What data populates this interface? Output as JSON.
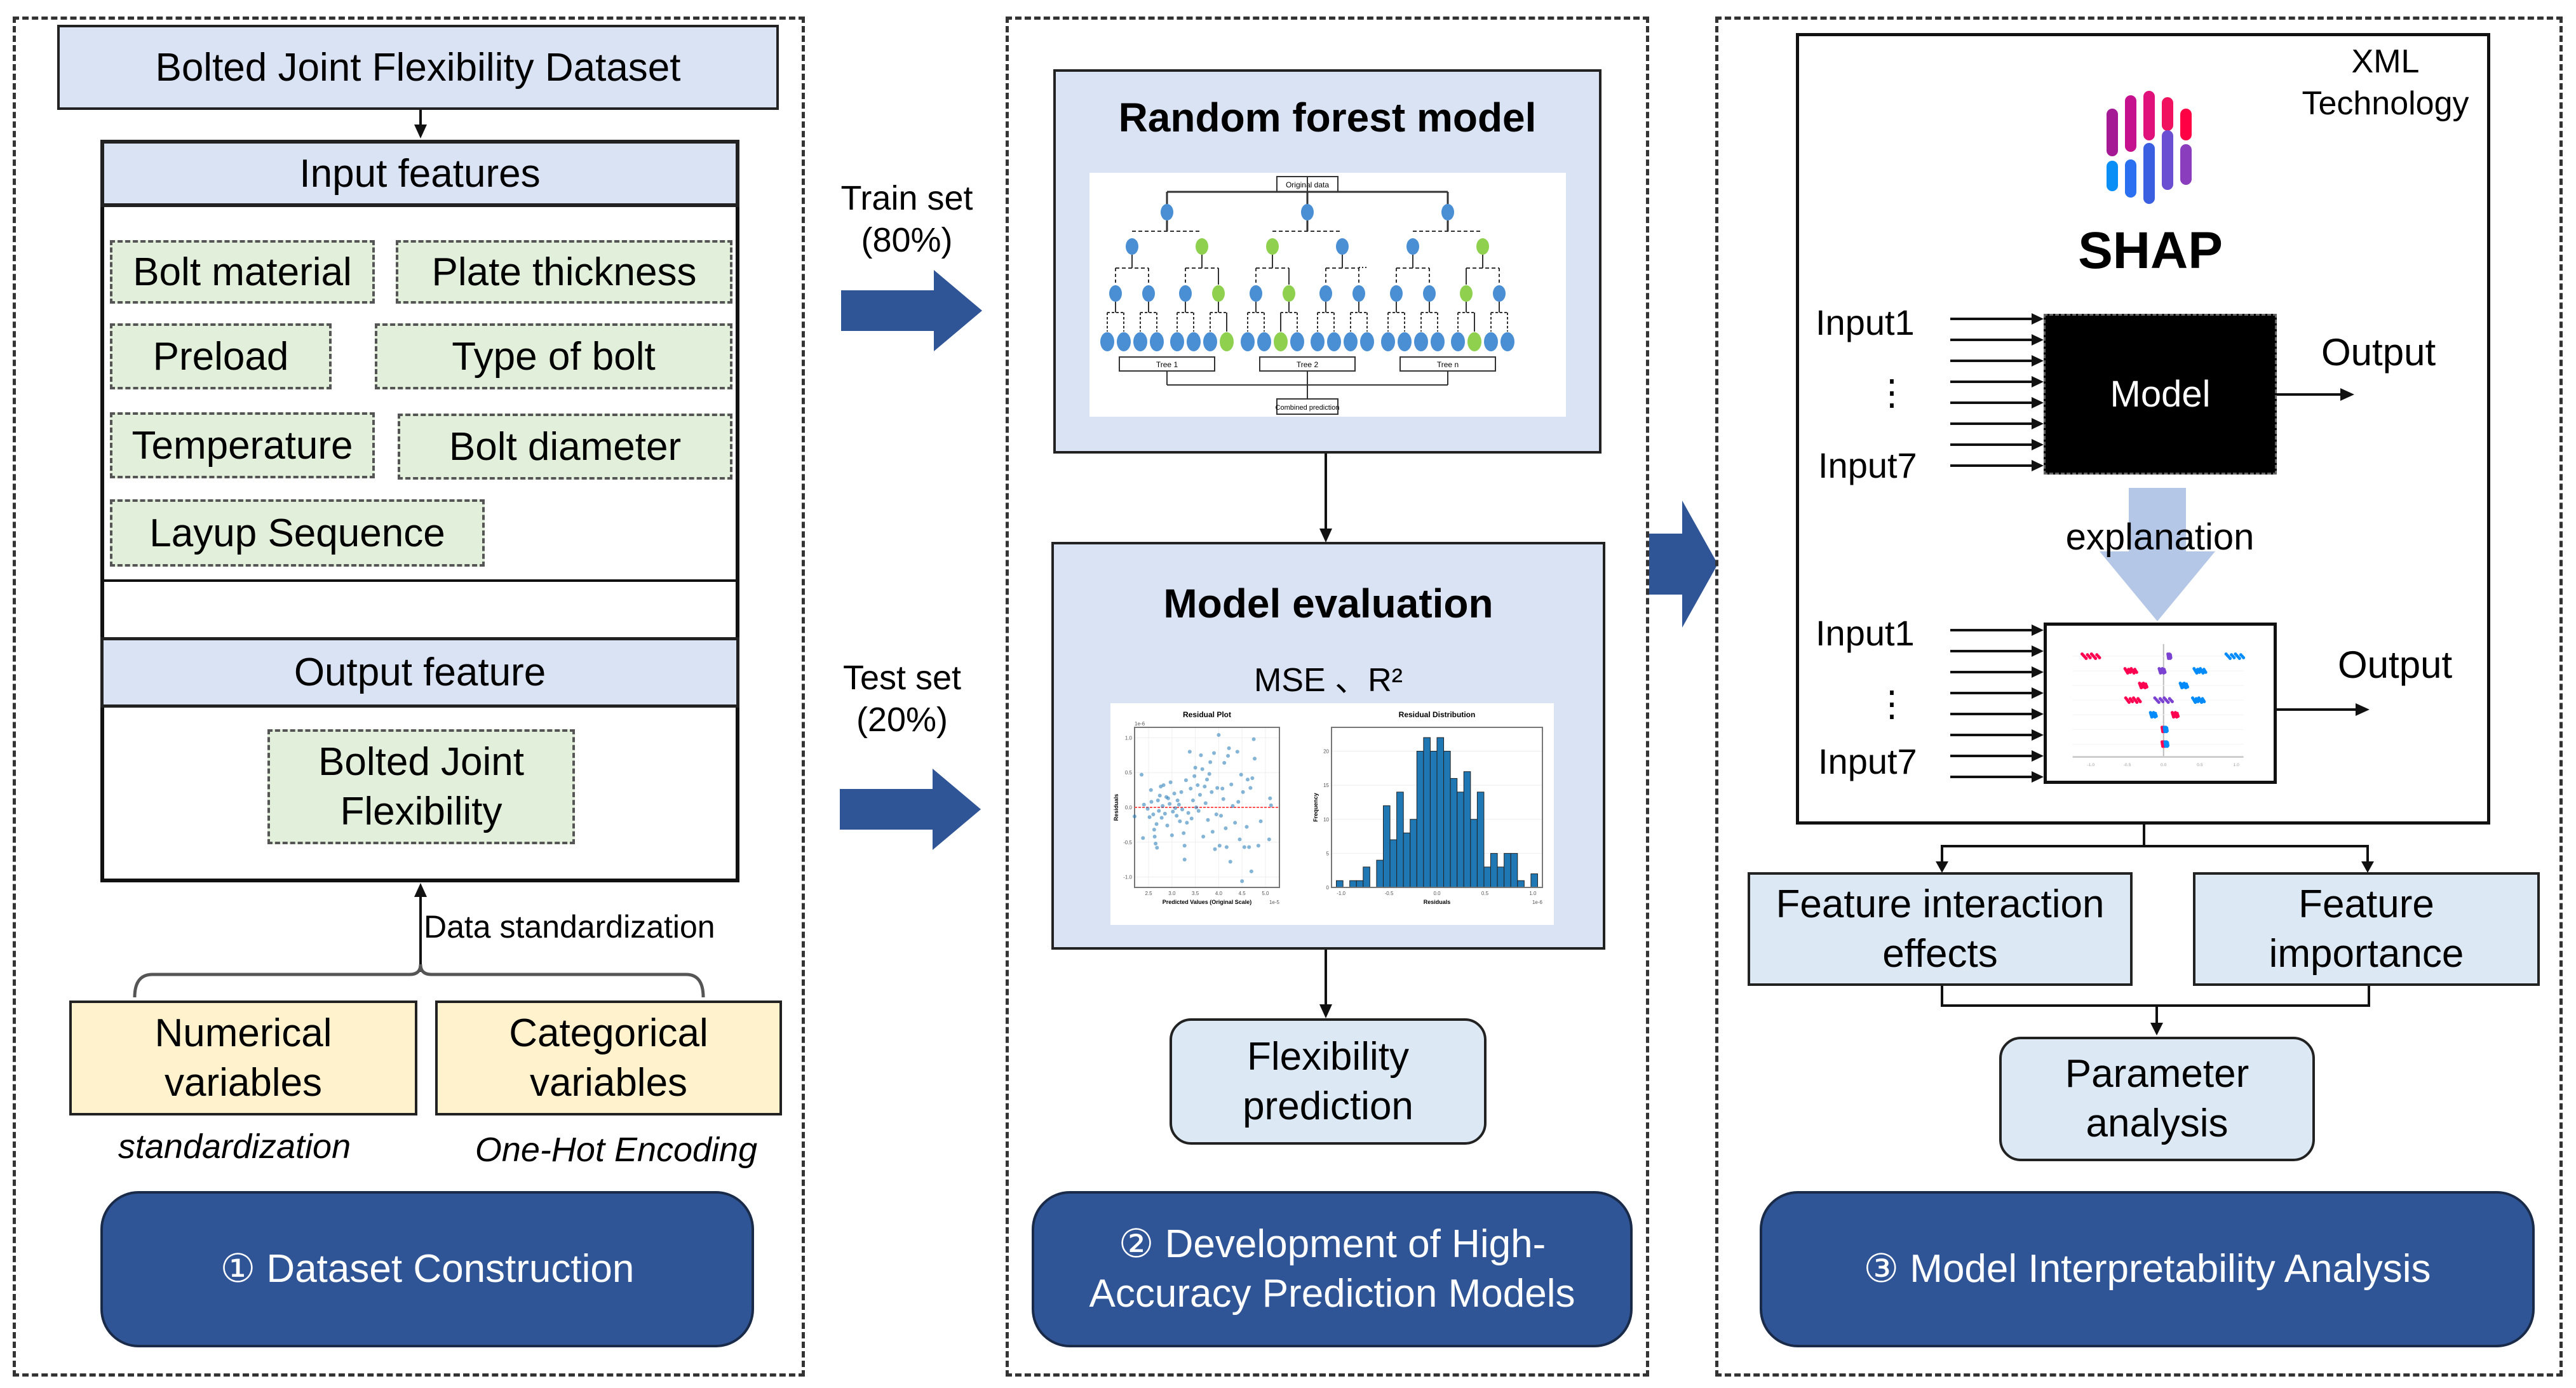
{
  "colors": {
    "panel_header_bg": "#dae3f3",
    "feature_bg": "#e2efda",
    "variable_bg": "#fff2cc",
    "result_bg": "#dce9f5",
    "stage_button_bg": "#2f5597",
    "flow_arrow": "#2f5597",
    "explanation_arrow": "#b4c7e7",
    "tree_node_blue": "#4a8fd4",
    "tree_node_green": "#8fd14f",
    "shap_red": "#ff0051",
    "shap_blue": "#008bfb",
    "shap_purple": "#7b42d1"
  },
  "stage1": {
    "dataset_title": "Bolted Joint Flexibility Dataset",
    "input_header": "Input features",
    "input_features": [
      "Bolt material",
      "Plate thickness",
      "Preload",
      "Type of bolt",
      "Temperature",
      "Bolt diameter",
      "Layup Sequence"
    ],
    "output_header": "Output feature",
    "output_feature_line1": "Bolted Joint",
    "output_feature_line2": "Flexibility",
    "standardization_label": "Data standardization",
    "numerical_line1": "Numerical",
    "numerical_line2": "variables",
    "categorical_line1": "Categorical",
    "categorical_line2": "variables",
    "numerical_method": "standardization",
    "categorical_method": "One-Hot Encoding",
    "stage_label": "① Dataset Construction"
  },
  "split": {
    "train_line1": "Train set",
    "train_line2": "(80%)",
    "test_line1": "Test set",
    "test_line2": "(20%)"
  },
  "stage2": {
    "rf_title": "Random forest model",
    "rf_diagram": {
      "root_label": "Original data",
      "tree_labels": [
        "Tree 1",
        "Tree 2",
        "Tree n"
      ],
      "ellipsis": "...",
      "combined_label": "Combined prediction"
    },
    "eval_title": "Model evaluation",
    "metrics": "MSE 、R²",
    "flex_line1": "Flexibility",
    "flex_line2": "prediction",
    "stage_label_line1": "② Development of High-",
    "stage_label_line2": "Accuracy Prediction Models"
  },
  "stage3": {
    "xml_line1": "XML",
    "xml_line2": "Technology",
    "shap_word": "SHAP",
    "input_first": "Input1",
    "input_last": "Input7",
    "vdots": "⋮",
    "model_label": "Model",
    "output_label": "Output",
    "explanation_label": "explanation",
    "interaction_line1": "Feature interaction",
    "interaction_line2": "effects",
    "importance_line1": "Feature",
    "importance_line2": "importance",
    "param_line1": "Parameter",
    "param_line2": "analysis",
    "stage_label": "③ Model Interpretability Analysis"
  },
  "chart_data": [
    {
      "type": "scatter",
      "title": "Residual Plot",
      "xlabel": "Predicted Values (Original Scale)",
      "ylabel": "Residuals",
      "x_offset_label": "1e-5",
      "y_offset_label": "1e-6",
      "xlim": [
        2.2,
        5.3
      ],
      "ylim": [
        -1.15,
        1.15
      ],
      "xticks": [
        "2.5",
        "3.0",
        "3.5",
        "4.0",
        "4.5",
        "5.0"
      ],
      "yticks": [
        "-1.0",
        "-0.5",
        "0.0",
        "0.5",
        "1.0"
      ],
      "reference_line": 0.0,
      "grid": true,
      "points": [
        [
          2.2,
          -0.13
        ],
        [
          2.35,
          0.47
        ],
        [
          2.38,
          -0.44
        ],
        [
          2.4,
          0.04
        ],
        [
          2.48,
          -0.02
        ],
        [
          2.52,
          -0.14
        ],
        [
          2.55,
          0.25
        ],
        [
          2.56,
          0.08
        ],
        [
          2.6,
          -0.1
        ],
        [
          2.62,
          -0.32
        ],
        [
          2.63,
          -0.42
        ],
        [
          2.65,
          -0.52
        ],
        [
          2.67,
          -0.24
        ],
        [
          2.68,
          -0.58
        ],
        [
          2.7,
          0.1
        ],
        [
          2.72,
          -0.05
        ],
        [
          2.74,
          0.17
        ],
        [
          2.76,
          0.3
        ],
        [
          2.78,
          -0.15
        ],
        [
          2.8,
          0.02
        ],
        [
          2.82,
          0.32
        ],
        [
          2.85,
          -0.09
        ],
        [
          2.88,
          0.15
        ],
        [
          2.9,
          -0.26
        ],
        [
          2.92,
          0.13
        ],
        [
          2.95,
          0.05
        ],
        [
          2.97,
          0.36
        ],
        [
          3.0,
          -0.4
        ],
        [
          3.02,
          -0.06
        ],
        [
          3.05,
          0.2
        ],
        [
          3.07,
          -0.01
        ],
        [
          3.1,
          -0.12
        ],
        [
          3.12,
          0.1
        ],
        [
          3.15,
          0.04
        ],
        [
          3.17,
          -0.2
        ],
        [
          3.2,
          0.22
        ],
        [
          3.22,
          -0.03
        ],
        [
          3.25,
          -0.37
        ],
        [
          3.27,
          -0.55
        ],
        [
          3.27,
          -0.75
        ],
        [
          3.3,
          0.39
        ],
        [
          3.32,
          -0.22
        ],
        [
          3.35,
          -0.08
        ],
        [
          3.38,
          0.8
        ],
        [
          3.4,
          0.27
        ],
        [
          3.42,
          -0.16
        ],
        [
          3.45,
          0.1
        ],
        [
          3.48,
          0.45
        ],
        [
          3.5,
          0.57
        ],
        [
          3.52,
          0.0
        ],
        [
          3.55,
          0.32
        ],
        [
          3.57,
          -0.05
        ],
        [
          3.6,
          0.18
        ],
        [
          3.62,
          0.75
        ],
        [
          3.65,
          0.55
        ],
        [
          3.67,
          -0.42
        ],
        [
          3.7,
          0.3
        ],
        [
          3.72,
          0.06
        ],
        [
          3.75,
          0.4
        ],
        [
          3.77,
          -0.18
        ],
        [
          3.8,
          0.48
        ],
        [
          3.82,
          0.65
        ],
        [
          3.85,
          0.22
        ],
        [
          3.87,
          -0.35
        ],
        [
          3.9,
          0.78
        ],
        [
          3.92,
          -0.6
        ],
        [
          3.95,
          -0.1
        ],
        [
          3.97,
          0.28
        ],
        [
          4.0,
          1.04
        ],
        [
          4.02,
          -0.55
        ],
        [
          4.05,
          -0.12
        ],
        [
          4.08,
          0.27
        ],
        [
          4.1,
          0.12
        ],
        [
          4.12,
          0.64
        ],
        [
          4.15,
          -0.3
        ],
        [
          4.17,
          -0.57
        ],
        [
          4.2,
          0.74
        ],
        [
          4.22,
          0.85
        ],
        [
          4.25,
          -0.78
        ],
        [
          4.27,
          0.33
        ],
        [
          4.3,
          0.02
        ],
        [
          4.35,
          -0.22
        ],
        [
          4.4,
          0.8
        ],
        [
          4.42,
          0.08
        ],
        [
          4.45,
          -0.46
        ],
        [
          4.48,
          0.47
        ],
        [
          4.5,
          -1.06
        ],
        [
          4.52,
          0.22
        ],
        [
          4.55,
          -0.57
        ],
        [
          4.6,
          -0.28
        ],
        [
          4.62,
          0.4
        ],
        [
          4.65,
          -0.57
        ],
        [
          4.68,
          0.28
        ],
        [
          4.7,
          -0.92
        ],
        [
          4.72,
          0.42
        ],
        [
          4.75,
          0.98
        ],
        [
          4.77,
          0.7
        ],
        [
          4.85,
          -0.55
        ],
        [
          4.9,
          -0.2
        ],
        [
          5.08,
          -0.46
        ],
        [
          5.1,
          0.13
        ],
        [
          5.12,
          0.03
        ]
      ]
    },
    {
      "type": "bar",
      "title": "Residual Distribution",
      "xlabel": "Residuals",
      "ylabel": "Frequency",
      "x_offset_label": "1e-6",
      "xlim": [
        -1.1,
        1.1
      ],
      "ylim": [
        0,
        23.5
      ],
      "xticks": [
        "-1.0",
        "-0.5",
        "0.0",
        "0.5",
        "1.0"
      ],
      "yticks": [
        "0",
        "5",
        "10",
        "15",
        "20"
      ],
      "grid": true,
      "bin_start": -1.05,
      "bin_width": 0.07,
      "values": [
        1,
        0,
        1,
        1,
        3,
        0,
        4,
        12,
        7,
        14,
        8,
        10,
        20,
        22,
        20,
        22,
        20,
        16,
        14,
        17,
        10,
        14,
        3,
        5,
        3,
        5,
        5,
        1,
        0,
        2
      ]
    },
    {
      "type": "scatter",
      "title": "SHAP summary (beeswarm)",
      "xlim": [
        -1.25,
        1.1
      ],
      "xticks": [
        "-1.0",
        "-0.5",
        "0.0",
        "0.5",
        "1.0"
      ],
      "rows": [
        {
          "clusters": [
            {
              "center": -1.0,
              "spread": 0.12,
              "color": "red"
            },
            {
              "center": 0.08,
              "spread": 0.02,
              "color": "purple"
            },
            {
              "center": 0.98,
              "spread": 0.12,
              "color": "blue"
            }
          ]
        },
        {
          "clusters": [
            {
              "center": -0.45,
              "spread": 0.08,
              "color": "red"
            },
            {
              "center": -0.02,
              "spread": 0.04,
              "color": "purple"
            },
            {
              "center": 0.5,
              "spread": 0.08,
              "color": "blue"
            }
          ]
        },
        {
          "clusters": [
            {
              "center": -0.28,
              "spread": 0.05,
              "color": "red"
            },
            {
              "center": 0.28,
              "spread": 0.05,
              "color": "blue"
            }
          ]
        },
        {
          "clusters": [
            {
              "center": -0.42,
              "spread": 0.1,
              "color": "red"
            },
            {
              "center": 0.0,
              "spread": 0.12,
              "color": "purple"
            },
            {
              "center": 0.48,
              "spread": 0.08,
              "color": "blue"
            }
          ]
        },
        {
          "clusters": [
            {
              "center": -0.14,
              "spread": 0.04,
              "color": "blue"
            },
            {
              "center": 0.16,
              "spread": 0.04,
              "color": "red"
            }
          ]
        },
        {
          "clusters": [
            {
              "center": 0.0,
              "spread": 0.02,
              "color": "red"
            },
            {
              "center": 0.03,
              "spread": 0.02,
              "color": "blue"
            }
          ]
        },
        {
          "clusters": [
            {
              "center": 0.0,
              "spread": 0.02,
              "color": "red"
            },
            {
              "center": 0.04,
              "spread": 0.02,
              "color": "blue"
            }
          ]
        }
      ]
    }
  ]
}
